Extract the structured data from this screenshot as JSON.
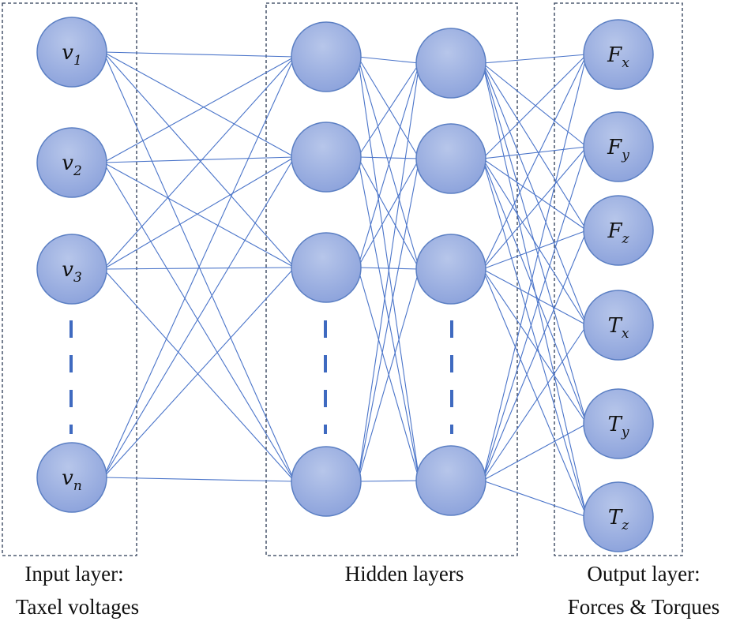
{
  "layers": {
    "input": {
      "caption_line1": "Input layer:",
      "caption_line2": "Taxel voltages",
      "nodes": [
        {
          "base": "v",
          "sub": "1"
        },
        {
          "base": "v",
          "sub": "2"
        },
        {
          "base": "v",
          "sub": "3"
        },
        {
          "base": "v",
          "sub": "n"
        }
      ]
    },
    "hidden": {
      "caption_line1": "Hidden layers",
      "columns": 2,
      "nodes_per_column": 4
    },
    "output": {
      "caption_line1": "Output layer:",
      "caption_line2": "Forces & Torques",
      "nodes": [
        {
          "base": "F",
          "sub": "x"
        },
        {
          "base": "F",
          "sub": "y"
        },
        {
          "base": "F",
          "sub": "z"
        },
        {
          "base": "T",
          "sub": "x"
        },
        {
          "base": "T",
          "sub": "y"
        },
        {
          "base": "T",
          "sub": "z"
        }
      ]
    }
  },
  "colors": {
    "node_fill_light": "#b7c6ea",
    "node_fill_dark": "#8ea4dc",
    "edge": "#4a74c9"
  }
}
